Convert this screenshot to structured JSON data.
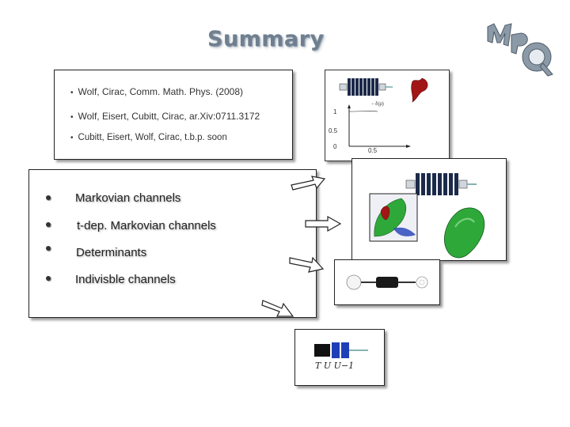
{
  "title": "Summary",
  "references": [
    "Wolf, Cirac, Comm. Math. Phys. (2008)",
    "Wolf, Eisert, Cubitt, Cirac, ar.Xiv:0711.3172",
    "Cubitt, Eisert, Wolf, Cirac, t.b.p. soon"
  ],
  "topics": [
    "Markovian channels",
    "t-dep. Markovian channels",
    "Determinants",
    "Indivisble channels"
  ],
  "mini_chart": {
    "y_ticks": [
      "1",
      "0.5",
      "0"
    ],
    "x_ticks": [
      "0.5"
    ],
    "curve_label": "− δ(ρ)"
  },
  "tu_label": "T U  U−1",
  "colors": {
    "title": "#6f7f8f",
    "green": "#2fa83a",
    "red": "#a31616",
    "blue": "#1f3fb8",
    "navy": "#1c2a4a"
  }
}
